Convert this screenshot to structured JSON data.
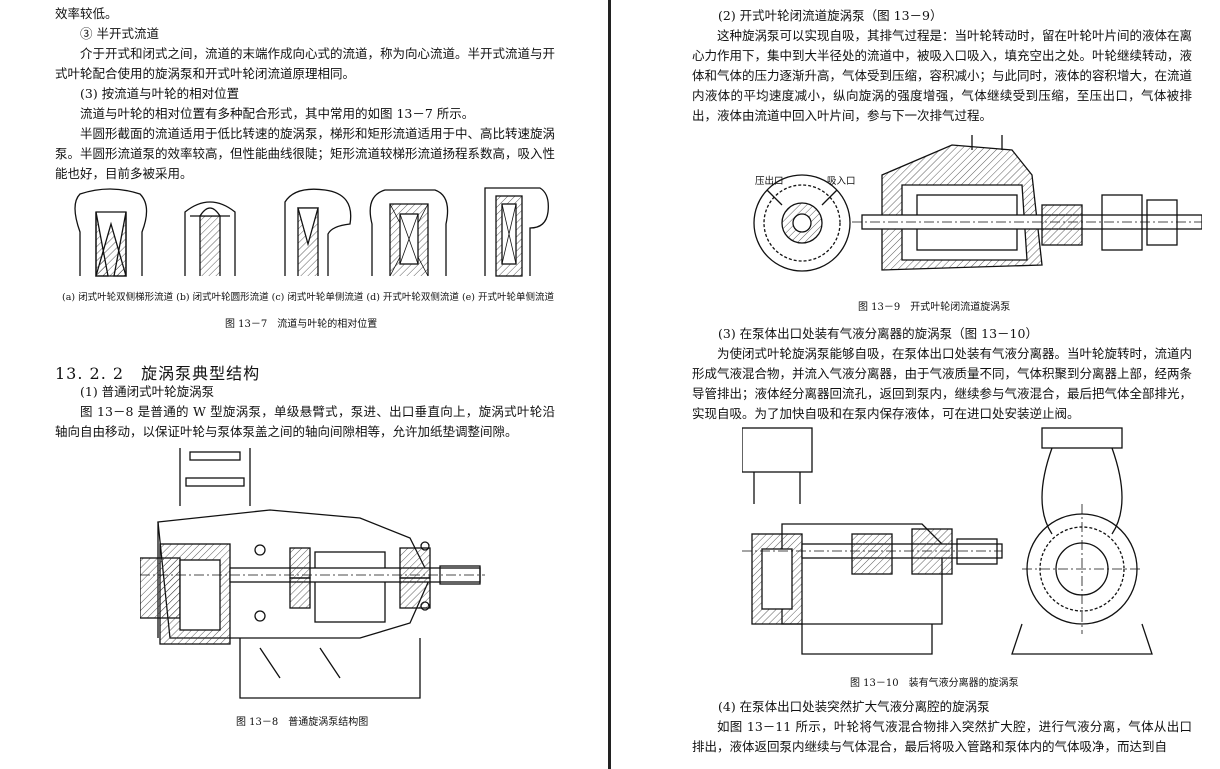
{
  "left": {
    "line_top": "效率较低。",
    "item3_title": "③ 半开式流道",
    "item3_text": "介于开式和闭式之间，流道的末端作成向心式的流道，称为向心流道。半开式流道与开式叶轮配合使用的旋涡泵和开式叶轮闭流道原理相同。",
    "sec3_title": "(3) 按流道与叶轮的相对位置",
    "sec3_p1": "流道与叶轮的相对位置有多种配合形式，其中常用的如图 13－7 所示。",
    "sec3_p2": "半圆形截面的流道适用于低比转速的旋涡泵，梯形和矩形流道适用于中、高比转速旋涡泵。半圆形流道泵的效率较高，但性能曲线很陡；矩形流道较梯形流道扬程系数高，吸入性能也好，目前多被采用。",
    "fig7_sublabels": "(a) 闭式叶轮双侧梯形流道 (b) 闭式叶轮圆形流道 (c) 闭式叶轮单侧流道 (d) 开式叶轮双侧流道 (e) 开式叶轮单侧流道",
    "fig7_caption": "图 13－7　流道与叶轮的相对位置",
    "section_heading": "13. 2. 2　旋涡泵典型结构",
    "sub1_title": "(1) 普通闭式叶轮旋涡泵",
    "sub1_text": "图 13－8 是普通的 W 型旋涡泵，单级悬臂式，泵进、出口垂直向上，旋涡式叶轮沿轴向自由移动，以保证叶轮与泵体泵盖之间的轴向间隙相等，允许加纸垫调整间隙。",
    "fig8_caption": "图 13－8　普通旋涡泵结构图"
  },
  "right": {
    "sub2_title": "(2) 开式叶轮闭流道旋涡泵（图 13－9）",
    "sub2_text": "这种旋涡泵可以实现自吸，其排气过程是：当叶轮转动时，留在叶轮叶片间的液体在离心力作用下，集中到大半径处的流道中，被吸入口吸入，填充空出之处。叶轮继续转动，液体和气体的压力逐渐升高，气体受到压缩，容积减小；与此同时，液体的容积增大，在流道内液体的平均速度减小，纵向旋涡的强度增强，气体继续受到压缩，至压出口，气体被排出，液体由流道中回入叶片间，参与下一次排气过程。",
    "fig9_label_out": "压出口",
    "fig9_label_in": "吸入口",
    "fig9_caption": "图 13－9　开式叶轮闭流道旋涡泵",
    "sub3_title": "(3) 在泵体出口处装有气液分离器的旋涡泵（图 13－10）",
    "sub3_text": "为使闭式叶轮旋涡泵能够自吸，在泵体出口处装有气液分离器。当叶轮旋转时，流道内形成气液混合物，并流入气液分离器，由于气液质量不同，气体积聚到分离器上部，经两条导管排出；液体经分离器回流孔，返回到泵内，继续参与气液混合，最后把气体全部排光，实现自吸。为了加快自吸和在泵内保存液体，可在进口处安装逆止阀。",
    "fig10_caption": "图 13－10　装有气液分离器的旋涡泵",
    "sub4_title": "(4) 在泵体出口处装突然扩大气液分离腔的旋涡泵",
    "sub4_text": "如图 13－11 所示，叶轮将气液混合物排入突然扩大腔，进行气液分离，气体从出口排出，液体返回泵内继续与气体混合，最后将吸入管路和泵体内的气体吸净，而达到自"
  }
}
